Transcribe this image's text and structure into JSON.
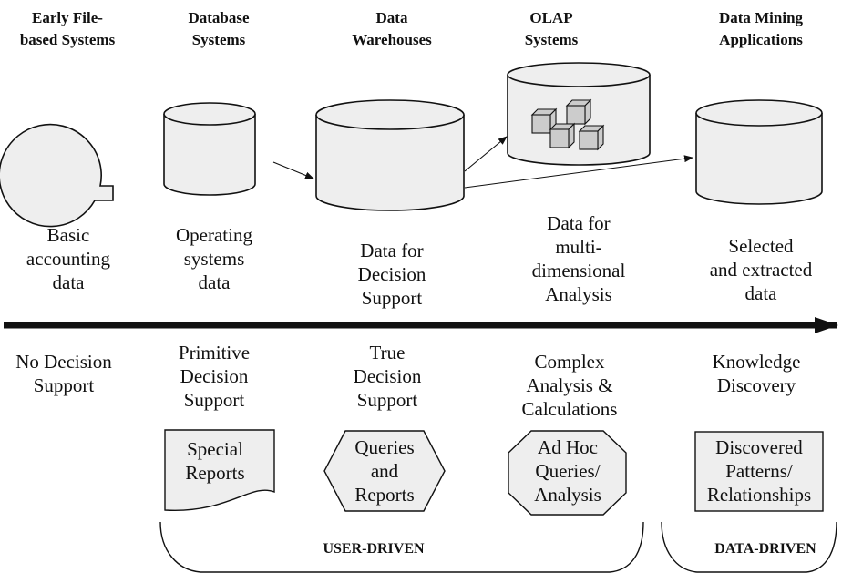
{
  "columns": [
    {
      "header": "Early File-\nbased Systems",
      "data": "Basic\naccounting\ndata",
      "support": "No Decision\nSupport",
      "output": ""
    },
    {
      "header": "Database\nSystems",
      "data": "Operating\nsystems\ndata",
      "support": "Primitive\nDecision\nSupport",
      "output": "Special\nReports"
    },
    {
      "header": "Data\nWarehouses",
      "data": "Data for\nDecision\nSupport",
      "support": "True\nDecision\nSupport",
      "output": "Queries\nand\nReports"
    },
    {
      "header": "OLAP\nSystems",
      "data": "Data for\nmulti-\ndimensional\nAnalysis",
      "support": "Complex\nAnalysis &\nCalculations",
      "output": "Ad Hoc\nQueries/\nAnalysis"
    },
    {
      "header": "Data Mining\nApplications",
      "data": "Selected\nand extracted\ndata",
      "support": "Knowledge\nDiscovery",
      "output": "Discovered\nPatterns/\nRelationships"
    }
  ],
  "groups": {
    "user_driven": "USER-DRIVEN",
    "data_driven": "DATA-DRIVEN"
  },
  "colors": {
    "shape_fill": "#eeeeee",
    "stroke": "#111111"
  }
}
